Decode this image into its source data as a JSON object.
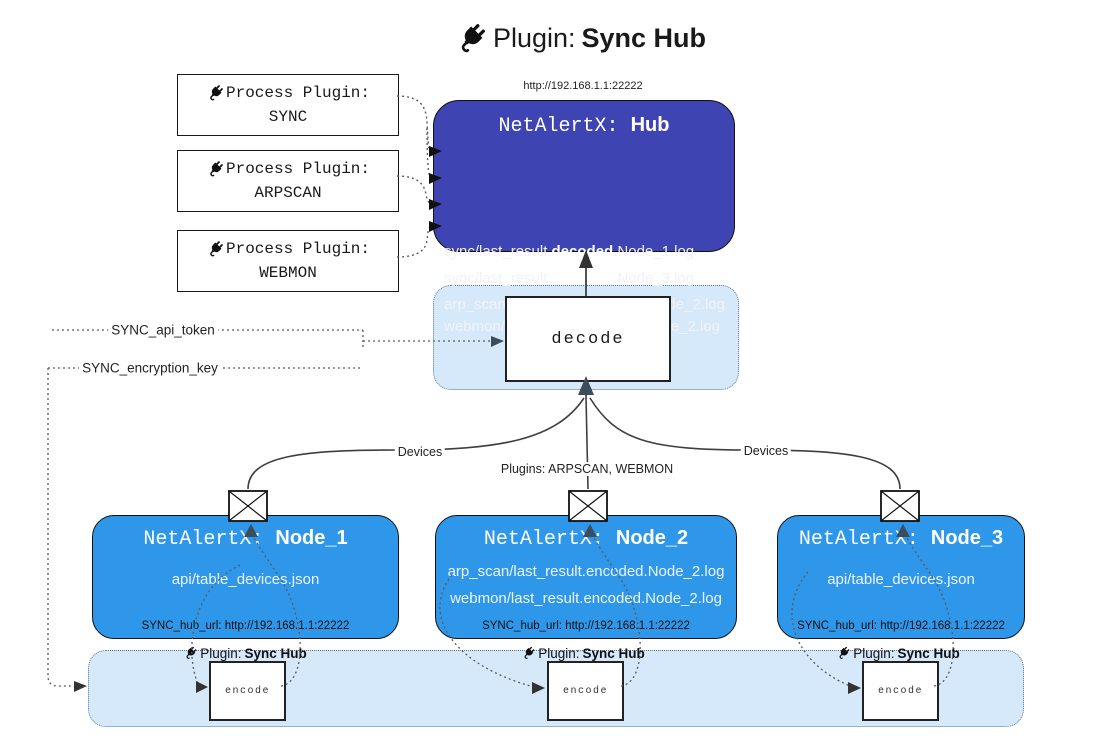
{
  "title": {
    "prefix": "Plugin:",
    "name": "Sync Hub"
  },
  "process_plugins": [
    {
      "label": "Process Plugin:",
      "name": "SYNC"
    },
    {
      "label": "Process Plugin:",
      "name": "ARPSCAN"
    },
    {
      "label": "Process Plugin:",
      "name": "WEBMON"
    }
  ],
  "hub": {
    "url": "http://192.168.1.1:22222",
    "title_prefix": "NetAlertX: ",
    "title_name": "Hub",
    "logs": [
      {
        "pre": "sync/last_result.",
        "bold": "decoded",
        "post": ".Node_1.log"
      },
      {
        "pre": "sync/last_result.",
        "bold": "decoded",
        "post": ".Node_3.log"
      },
      {
        "pre": "arp_scan/last_result.",
        "bold": "decoded",
        "post": ".Node_2.log"
      },
      {
        "pre": "webmon/last_result.",
        "bold": "decoded",
        "post": ".Node_2.log"
      }
    ]
  },
  "decode_label": "decode",
  "config": {
    "api_token": "SYNC_api_token",
    "encryption_key": "SYNC_encryption_key"
  },
  "edge_labels": {
    "devices_left": "Devices",
    "plugins_center": "Plugins: ARPSCAN, WEBMON",
    "devices_right": "Devices"
  },
  "nodes": [
    {
      "title_prefix": "NetAlertX: ",
      "title_name": "Node_1",
      "files": [
        "api/table_devices.json"
      ],
      "hub_url": "SYNC_hub_url: http://192.168.1.1:22222"
    },
    {
      "title_prefix": "NetAlertX: ",
      "title_name": "Node_2",
      "files": [
        "arp_scan/last_result.encoded.Node_2.log",
        "webmon/last_result.encoded.Node_2.log"
      ],
      "hub_url": "SYNC_hub_url: http://192.168.1.1:22222"
    },
    {
      "title_prefix": "NetAlertX: ",
      "title_name": "Node_3",
      "files": [
        "api/table_devices.json"
      ],
      "hub_url": "SYNC_hub_url: http://192.168.1.1:22222"
    }
  ],
  "encoders": [
    {
      "label_prefix": "Plugin:",
      "label_name": "Sync Hub",
      "box_label": "encode"
    },
    {
      "label_prefix": "Plugin:",
      "label_name": "Sync Hub",
      "box_label": "encode"
    },
    {
      "label_prefix": "Plugin:",
      "label_name": "Sync Hub",
      "box_label": "encode"
    }
  ],
  "colors": {
    "hub_fill": "#3E45B2",
    "node_fill": "#2E97EA",
    "panel_fill": "#D6E9FA",
    "connector": "#3f3f3f",
    "dotted_connector": "#5b5b5b"
  }
}
